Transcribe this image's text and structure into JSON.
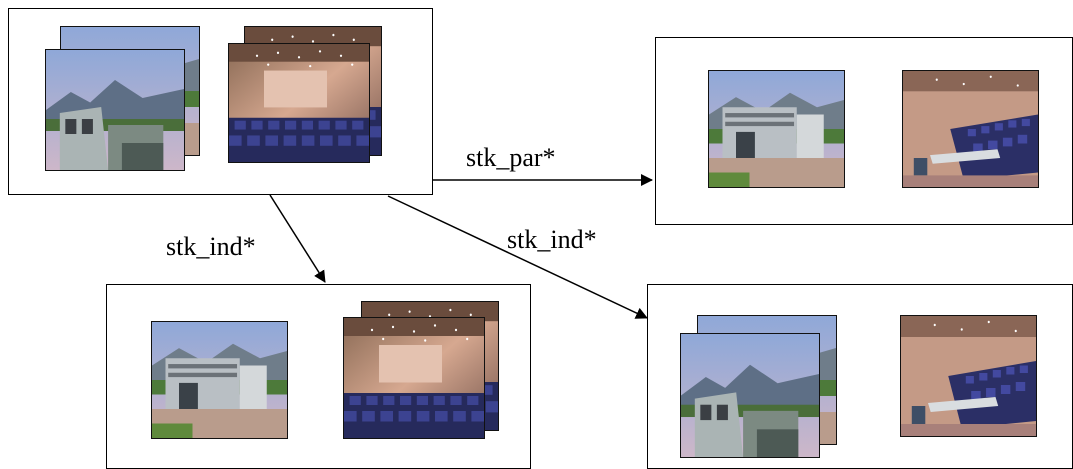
{
  "arrows": [
    {
      "label": "stk_par*"
    },
    {
      "label": "stk_ind*"
    },
    {
      "label": "stk_ind*"
    }
  ],
  "photos": {
    "building": "building-photo",
    "auditorium": "auditorium-photo"
  }
}
